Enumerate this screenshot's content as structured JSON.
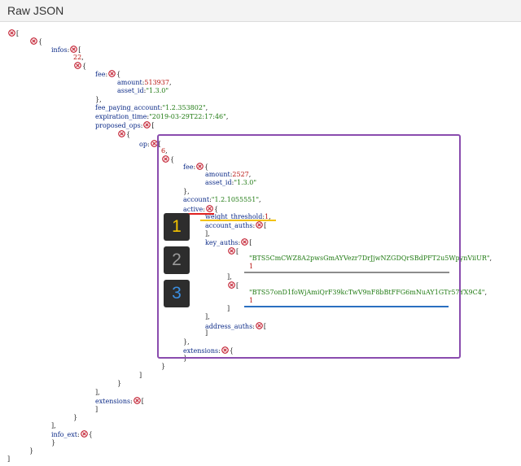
{
  "header": {
    "title": "Raw JSON"
  },
  "colors": {
    "highlight_box": "#8a4cae",
    "underline_active": "#e02020",
    "underline_threshold": "#f2c200",
    "underline_key2": "#8c8c8c",
    "underline_key3": "#2a6fc0",
    "badge_bg": "#2d2d2d",
    "badge1": "#f2c200",
    "badge2": "#9a9a9a",
    "badge3": "#3b8ee0"
  },
  "badges": [
    "1",
    "2",
    "3"
  ],
  "lines": [
    [
      {
        "t": "i"
      },
      {
        "t": "p",
        "v": "["
      }
    ],
    [
      {
        "t": "i"
      },
      {
        "t": "p",
        "v": "{"
      }
    ],
    [
      {
        "t": "k",
        "v": "infos"
      },
      {
        "t": "p",
        "v": ":"
      },
      {
        "t": "i"
      },
      {
        "t": "p",
        "v": "["
      }
    ],
    [
      {
        "t": "n",
        "v": "22"
      },
      {
        "t": "p",
        "v": ","
      }
    ],
    [
      {
        "t": "i"
      },
      {
        "t": "p",
        "v": "{"
      }
    ],
    [
      {
        "t": "k",
        "v": "fee"
      },
      {
        "t": "p",
        "v": ":"
      },
      {
        "t": "i"
      },
      {
        "t": "p",
        "v": "{"
      }
    ],
    [
      {
        "t": "k",
        "v": "amount"
      },
      {
        "t": "p",
        "v": ":"
      },
      {
        "t": "n",
        "v": "513937"
      },
      {
        "t": "p",
        "v": ","
      }
    ],
    [
      {
        "t": "k",
        "v": "asset_id"
      },
      {
        "t": "p",
        "v": ":"
      },
      {
        "t": "s",
        "v": "\"1.3.0\""
      }
    ],
    [
      {
        "t": "p",
        "v": "},"
      }
    ],
    [
      {
        "t": "k",
        "v": "fee_paying_account"
      },
      {
        "t": "p",
        "v": ":"
      },
      {
        "t": "s",
        "v": "\"1.2.353802\""
      },
      {
        "t": "p",
        "v": ","
      }
    ],
    [
      {
        "t": "k",
        "v": "expiration_time"
      },
      {
        "t": "p",
        "v": ":"
      },
      {
        "t": "s",
        "v": "\"2019-03-29T22:17:46\""
      },
      {
        "t": "p",
        "v": ","
      }
    ],
    [
      {
        "t": "k",
        "v": "proposed_ops"
      },
      {
        "t": "p",
        "v": ":"
      },
      {
        "t": "i"
      },
      {
        "t": "p",
        "v": "["
      }
    ],
    [
      {
        "t": "i"
      },
      {
        "t": "p",
        "v": "{"
      }
    ],
    [
      {
        "t": "k",
        "v": "op"
      },
      {
        "t": "p",
        "v": ":"
      },
      {
        "t": "i"
      },
      {
        "t": "p",
        "v": "["
      }
    ],
    [
      {
        "t": "n",
        "v": "6"
      },
      {
        "t": "p",
        "v": ","
      }
    ],
    [
      {
        "t": "i"
      },
      {
        "t": "p",
        "v": "{"
      }
    ],
    [
      {
        "t": "k",
        "v": "fee"
      },
      {
        "t": "p",
        "v": ":"
      },
      {
        "t": "i"
      },
      {
        "t": "p",
        "v": "{"
      }
    ],
    [
      {
        "t": "k",
        "v": "amount"
      },
      {
        "t": "p",
        "v": ":"
      },
      {
        "t": "n",
        "v": "2527"
      },
      {
        "t": "p",
        "v": ","
      }
    ],
    [
      {
        "t": "k",
        "v": "asset_id"
      },
      {
        "t": "p",
        "v": ":"
      },
      {
        "t": "s",
        "v": "\"1.3.0\""
      }
    ],
    [
      {
        "t": "p",
        "v": "},"
      }
    ],
    [
      {
        "t": "k",
        "v": "account"
      },
      {
        "t": "p",
        "v": ":"
      },
      {
        "t": "s",
        "v": "\"1.2.1055551\""
      },
      {
        "t": "p",
        "v": ","
      }
    ],
    [
      {
        "t": "k",
        "v": "active"
      },
      {
        "t": "p",
        "v": ":"
      },
      {
        "t": "i"
      },
      {
        "t": "p",
        "v": "{"
      }
    ],
    [
      {
        "t": "k",
        "v": "weight_threshold"
      },
      {
        "t": "p",
        "v": ":"
      },
      {
        "t": "n",
        "v": "1"
      },
      {
        "t": "p",
        "v": ","
      }
    ],
    [
      {
        "t": "k",
        "v": "account_auths"
      },
      {
        "t": "p",
        "v": ":"
      },
      {
        "t": "i"
      },
      {
        "t": "p",
        "v": "["
      }
    ],
    [
      {
        "t": "p",
        "v": "],"
      }
    ],
    [
      {
        "t": "k",
        "v": "key_auths"
      },
      {
        "t": "p",
        "v": ":"
      },
      {
        "t": "i"
      },
      {
        "t": "p",
        "v": "["
      }
    ],
    [
      {
        "t": "i"
      },
      {
        "t": "p",
        "v": "["
      }
    ],
    [
      {
        "t": "s",
        "v": "\"BTS5CmCWZ8A2pwsGmAYVezr7DrJjwNZGDQrSBdPFT2u5WpynViiUR\""
      },
      {
        "t": "p",
        "v": ","
      }
    ],
    [
      {
        "t": "n",
        "v": "1"
      }
    ],
    [
      {
        "t": "p",
        "v": "],"
      }
    ],
    [
      {
        "t": "i"
      },
      {
        "t": "p",
        "v": "["
      }
    ],
    [
      {
        "t": "s",
        "v": "\"BTS57onD1foWjAmiQrF39kcTwV9nF8bBtFFG6mNuAY1GTr57YX9C4\""
      },
      {
        "t": "p",
        "v": ","
      }
    ],
    [
      {
        "t": "n",
        "v": "1"
      }
    ],
    [
      {
        "t": "p",
        "v": "]"
      }
    ],
    [
      {
        "t": "p",
        "v": "],"
      }
    ],
    [
      {
        "t": "k",
        "v": "address_auths"
      },
      {
        "t": "p",
        "v": ":"
      },
      {
        "t": "i"
      },
      {
        "t": "p",
        "v": "["
      }
    ],
    [
      {
        "t": "p",
        "v": "]"
      }
    ],
    [
      {
        "t": "p",
        "v": "},"
      }
    ],
    [
      {
        "t": "k",
        "v": "extensions"
      },
      {
        "t": "p",
        "v": ":"
      },
      {
        "t": "i"
      },
      {
        "t": "p",
        "v": "{"
      }
    ],
    [
      {
        "t": "p",
        "v": "}"
      }
    ],
    [
      {
        "t": "p",
        "v": "}"
      }
    ],
    [
      {
        "t": "p",
        "v": "]"
      }
    ],
    [
      {
        "t": "p",
        "v": "}"
      }
    ],
    [
      {
        "t": "p",
        "v": "],"
      }
    ],
    [
      {
        "t": "k",
        "v": "extensions"
      },
      {
        "t": "p",
        "v": ":"
      },
      {
        "t": "i"
      },
      {
        "t": "p",
        "v": "["
      }
    ],
    [
      {
        "t": "p",
        "v": "]"
      }
    ],
    [
      {
        "t": "p",
        "v": "}"
      }
    ],
    [
      {
        "t": "p",
        "v": "],"
      }
    ],
    [
      {
        "t": "k",
        "v": "info_ext"
      },
      {
        "t": "p",
        "v": ":"
      },
      {
        "t": "i"
      },
      {
        "t": "p",
        "v": "{"
      }
    ],
    [
      {
        "t": "p",
        "v": "}"
      }
    ],
    [
      {
        "t": "p",
        "v": "}"
      }
    ],
    [
      {
        "t": "p",
        "v": "]"
      }
    ]
  ]
}
